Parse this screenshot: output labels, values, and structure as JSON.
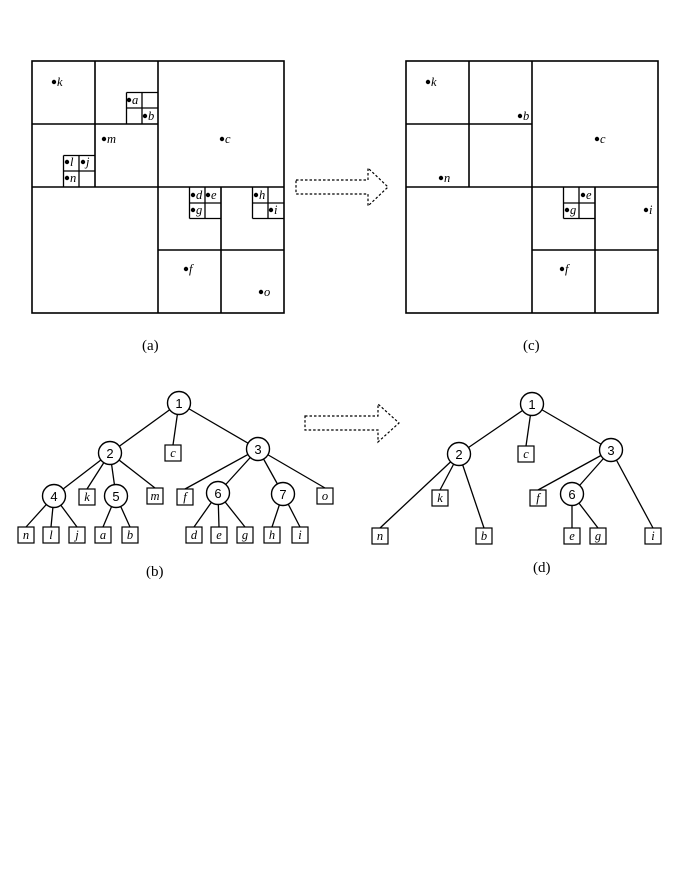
{
  "panels": {
    "a": {
      "caption": "(a)",
      "points": [
        "k",
        "a",
        "b",
        "m",
        "c",
        "l",
        "j",
        "n",
        "d",
        "e",
        "g",
        "h",
        "i",
        "f",
        "o"
      ]
    },
    "b": {
      "caption": "(b)",
      "nodes": [
        "1",
        "2",
        "3",
        "4",
        "5",
        "6",
        "7"
      ],
      "leaves": [
        "c",
        "k",
        "m",
        "f",
        "o",
        "n",
        "l",
        "j",
        "a",
        "b",
        "d",
        "e",
        "g",
        "h",
        "i"
      ]
    },
    "c": {
      "caption": "(c)",
      "points": [
        "k",
        "b",
        "c",
        "n",
        "e",
        "g",
        "i",
        "f"
      ]
    },
    "d": {
      "caption": "(d)",
      "nodes": [
        "1",
        "2",
        "3",
        "6"
      ],
      "leaves": [
        "c",
        "k",
        "n",
        "b",
        "f",
        "i",
        "e",
        "g"
      ]
    }
  }
}
